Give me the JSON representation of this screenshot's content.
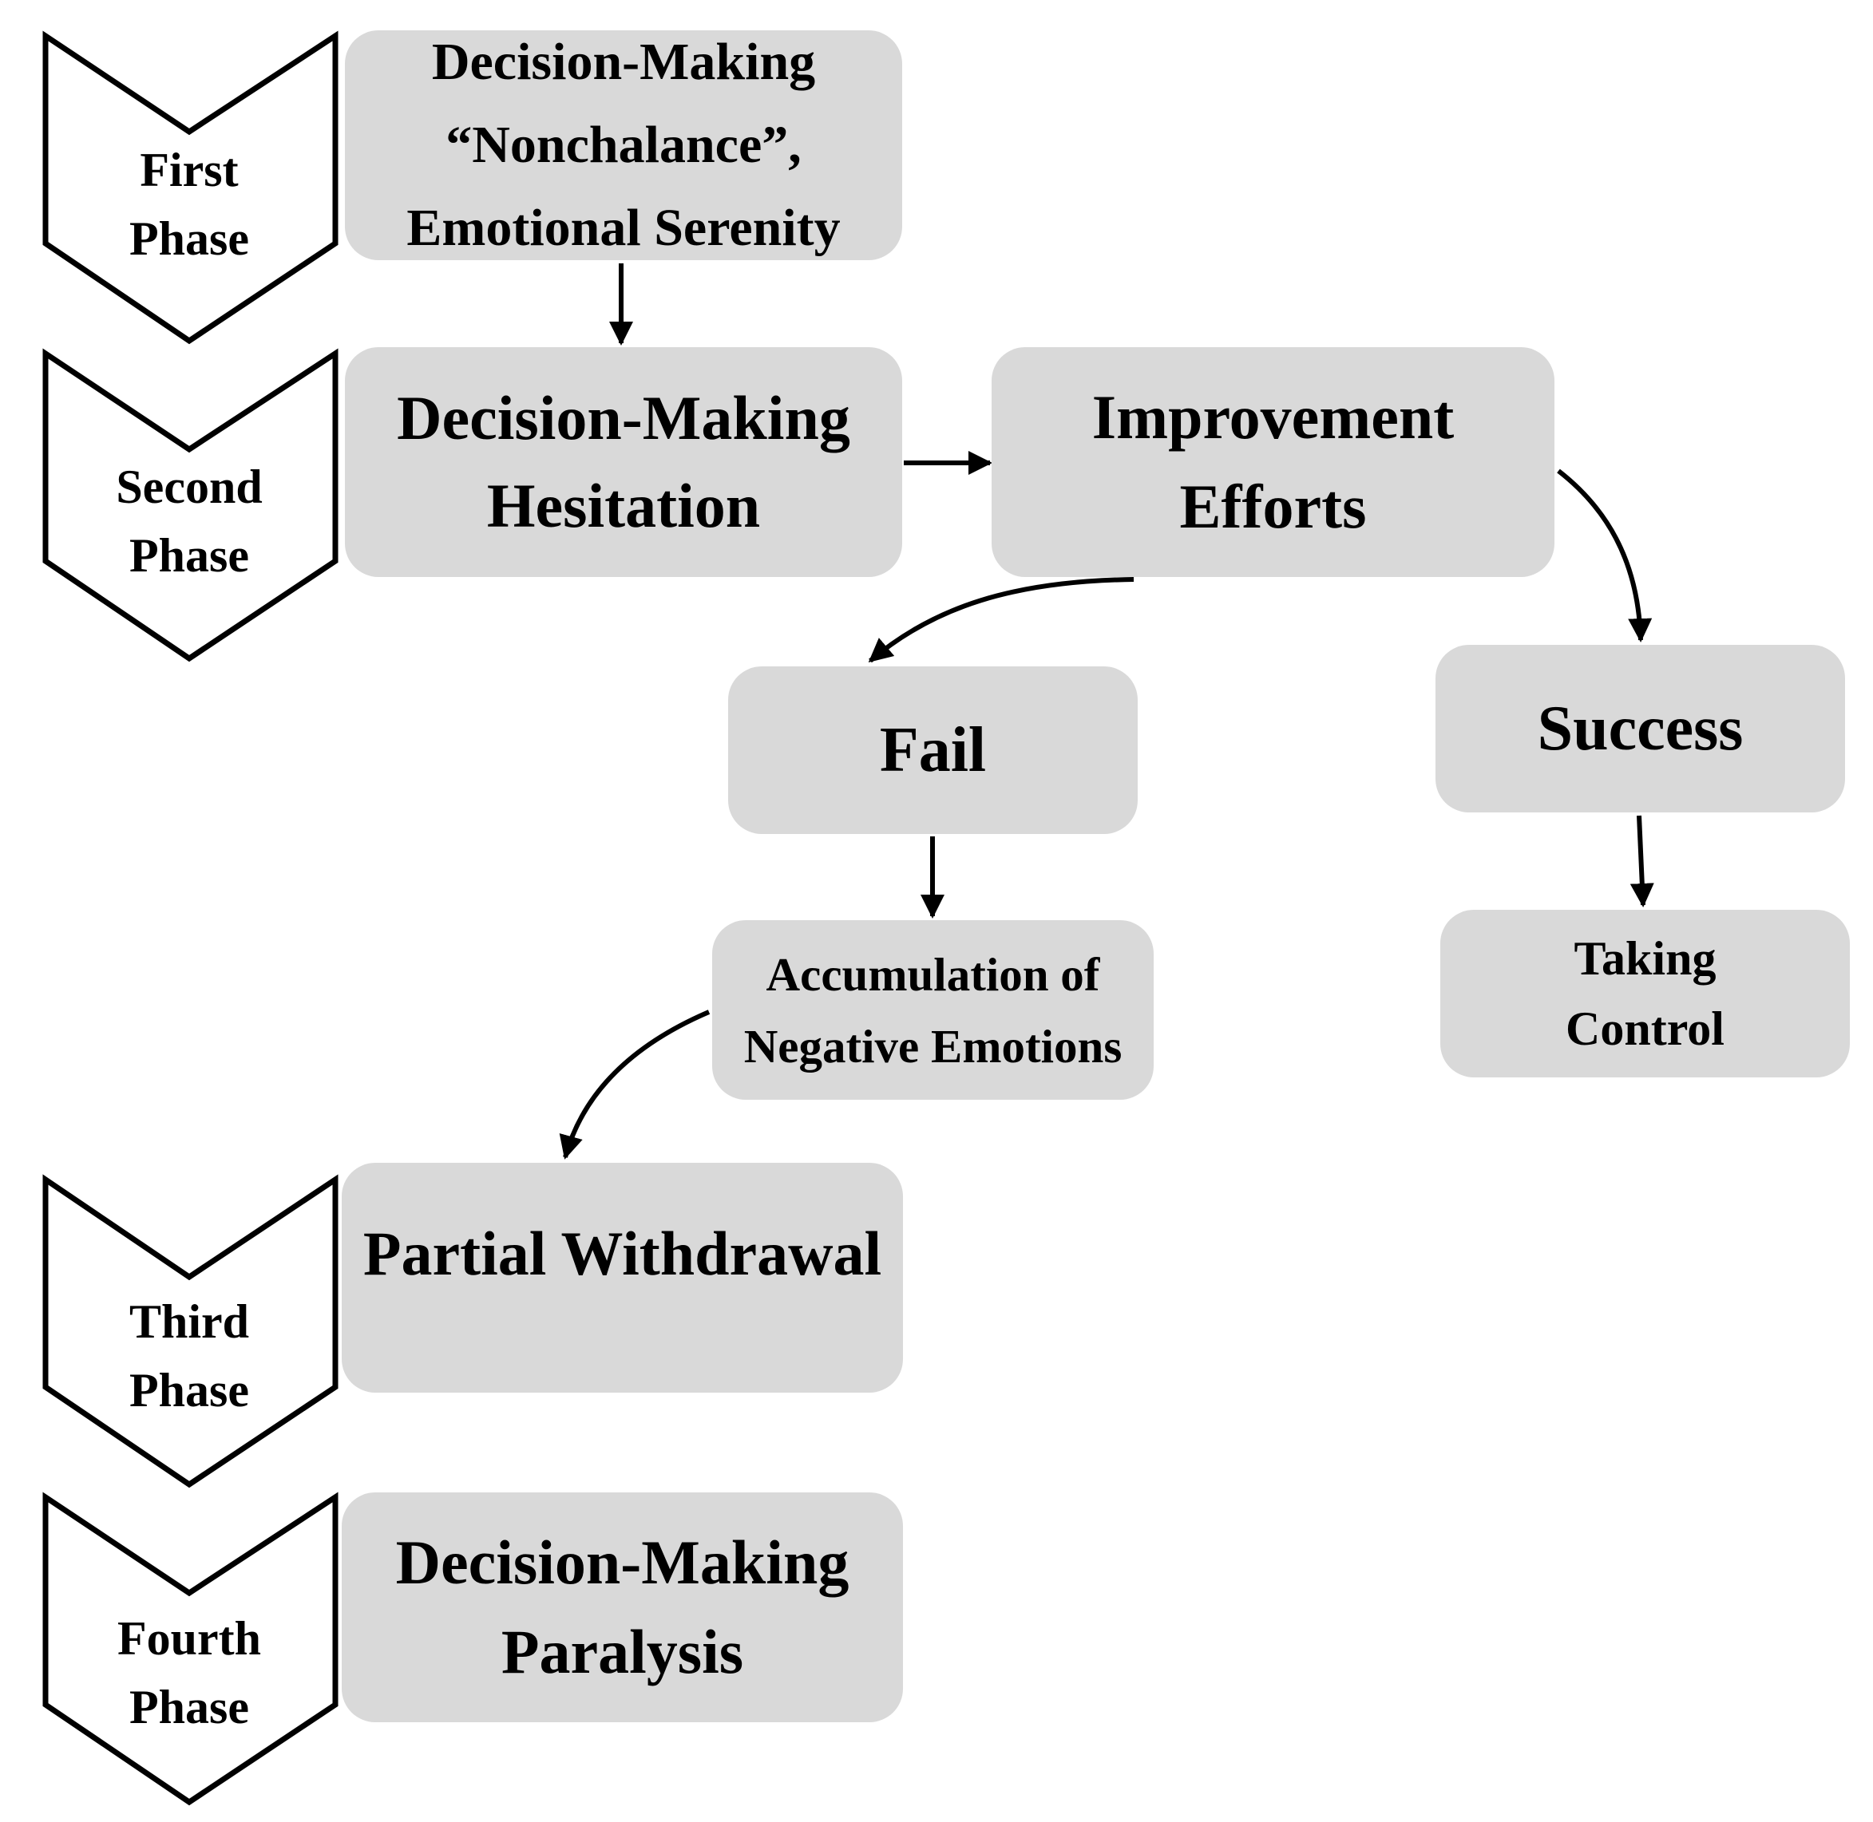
{
  "phases": [
    {
      "label": "First\nPhase"
    },
    {
      "label": "Second\nPhase"
    },
    {
      "label": "Third\nPhase"
    },
    {
      "label": "Fourth\nPhase"
    }
  ],
  "boxes": {
    "nonchalance": "Decision-Making\n“Nonchalance”,\nEmotional Serenity",
    "hesitation": "Decision-Making\nHesitation",
    "improvement": "Improvement\nEfforts",
    "fail": "Fail",
    "success": "Success",
    "accumulation": "Accumulation of\nNegative Emotions",
    "taking_control": "Taking\nControl",
    "withdrawal": "Partial Withdrawal",
    "paralysis": "Decision-Making\nParalysis"
  },
  "colors": {
    "box_fill": "#d9d9d9",
    "stroke": "#000000"
  }
}
